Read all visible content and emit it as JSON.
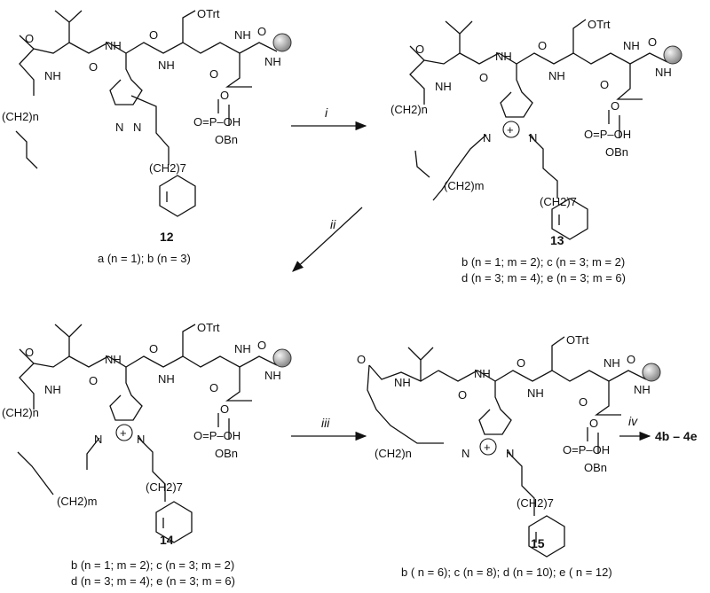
{
  "compounds": [
    {
      "id": "12",
      "series": [
        "a (n = 1); b (n = 3)"
      ]
    },
    {
      "id": "13",
      "series": [
        "b (n = 1; m = 2); c (n = 3; m = 2)",
        "d (n = 3; m = 4); e (n = 3; m = 6)"
      ]
    },
    {
      "id": "14",
      "series": [
        "b (n = 1; m = 2); c (n = 3; m = 2)",
        "d (n = 3; m = 4); e (n = 3; m = 6)"
      ]
    },
    {
      "id": "15",
      "series": [
        "b ( n = 6); c (n = 8); d (n = 10); e ( n = 12)"
      ]
    }
  ],
  "arrows": [
    {
      "label": "i"
    },
    {
      "label": "ii"
    },
    {
      "label": "iii"
    },
    {
      "label": "iv",
      "product": "4b – 4e"
    }
  ],
  "atoms": {
    "otrt": "OTrt",
    "o": "O",
    "h": "H",
    "n": "N",
    "nh": "NH",
    "h2n": "(CH2)n",
    "ch2n": "(CH2)n",
    "ch2m": "(CH2)m",
    "ch27": "(CH2)7",
    "poh": "P",
    "oh": "–OH",
    "obn": "OBn",
    "eqO": "O="
  }
}
